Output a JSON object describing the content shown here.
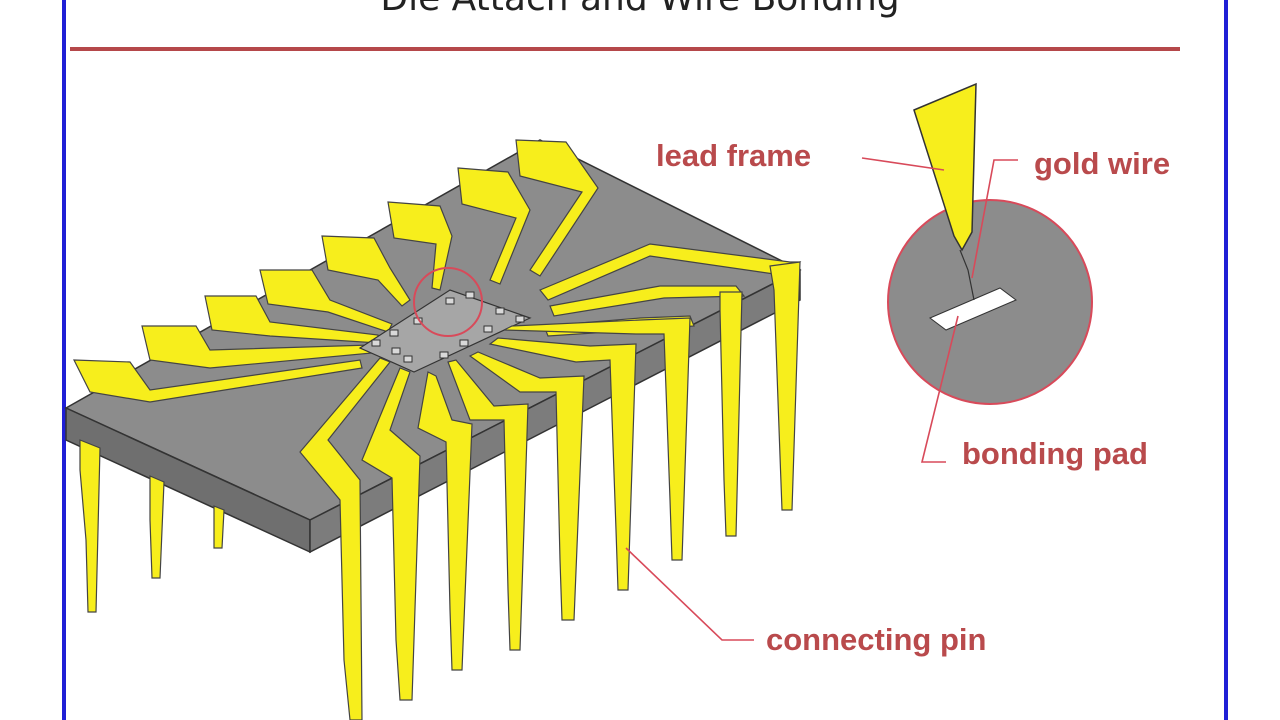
{
  "slide": {
    "title": "Die Attach and Wire Bonding"
  },
  "labels": {
    "lead_frame": "lead frame",
    "gold_wire": "gold wire",
    "bonding_pad": "bonding pad",
    "connecting_pin": "connecting pin"
  },
  "colors": {
    "lead": "#f7ee1c",
    "body_top": "#8c8c8c",
    "body_side": "#6f6f6f",
    "die": "#a6a6a6",
    "accent": "#b94a4c",
    "frame_border": "#1f1fd6"
  }
}
